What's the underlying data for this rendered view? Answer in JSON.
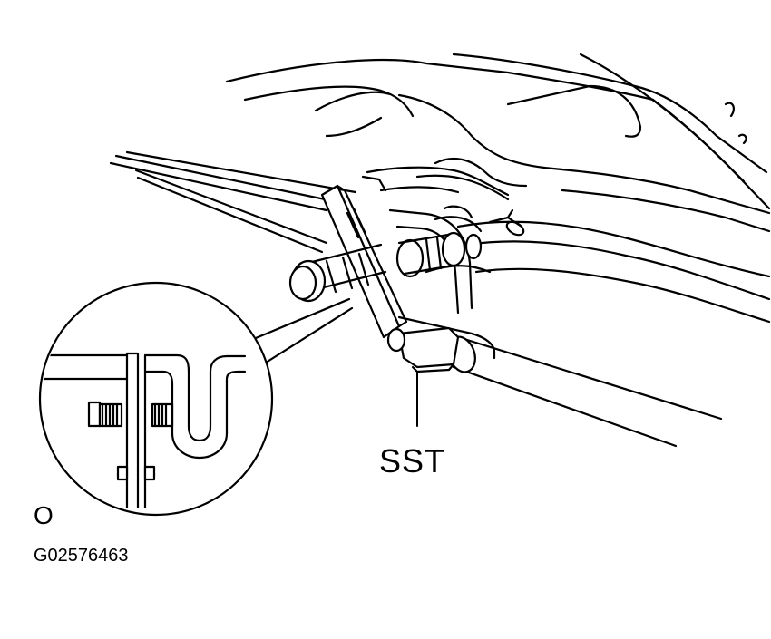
{
  "figure": {
    "callout_label": "SST",
    "view_mark": "O",
    "figure_id": "G02576463"
  },
  "colors": {
    "ink": "#000000",
    "paper": "#ffffff"
  }
}
